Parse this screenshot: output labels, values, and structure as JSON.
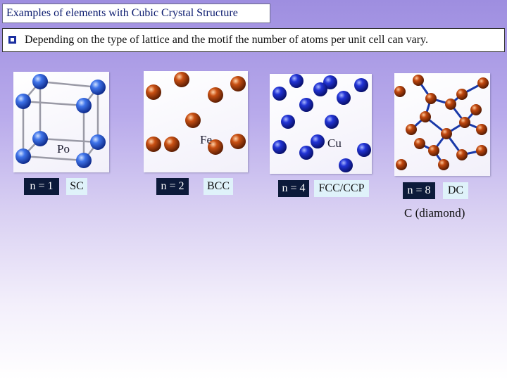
{
  "header": {
    "title": "Examples of elements with Cubic Crystal Structure"
  },
  "bullet": {
    "text": "Depending on the type of lattice and the motif the number of atoms per unit cell can vary."
  },
  "colors": {
    "blue_atom": "#2c5ad8",
    "orange_atom": "#b8400e",
    "dark_tag": "#0c1a3a",
    "light_tag": "#dff2fa"
  },
  "structures": [
    {
      "element": "Po",
      "n_label": "n = 1",
      "type_label": "SC"
    },
    {
      "element": "Fe",
      "n_label": "n = 2",
      "type_label": "BCC"
    },
    {
      "element": "Cu",
      "n_label": "n = 4",
      "type_label": "FCC/CCP"
    },
    {
      "element": "",
      "n_label": "n = 8",
      "type_label": "DC",
      "caption": "C (diamond)"
    }
  ]
}
